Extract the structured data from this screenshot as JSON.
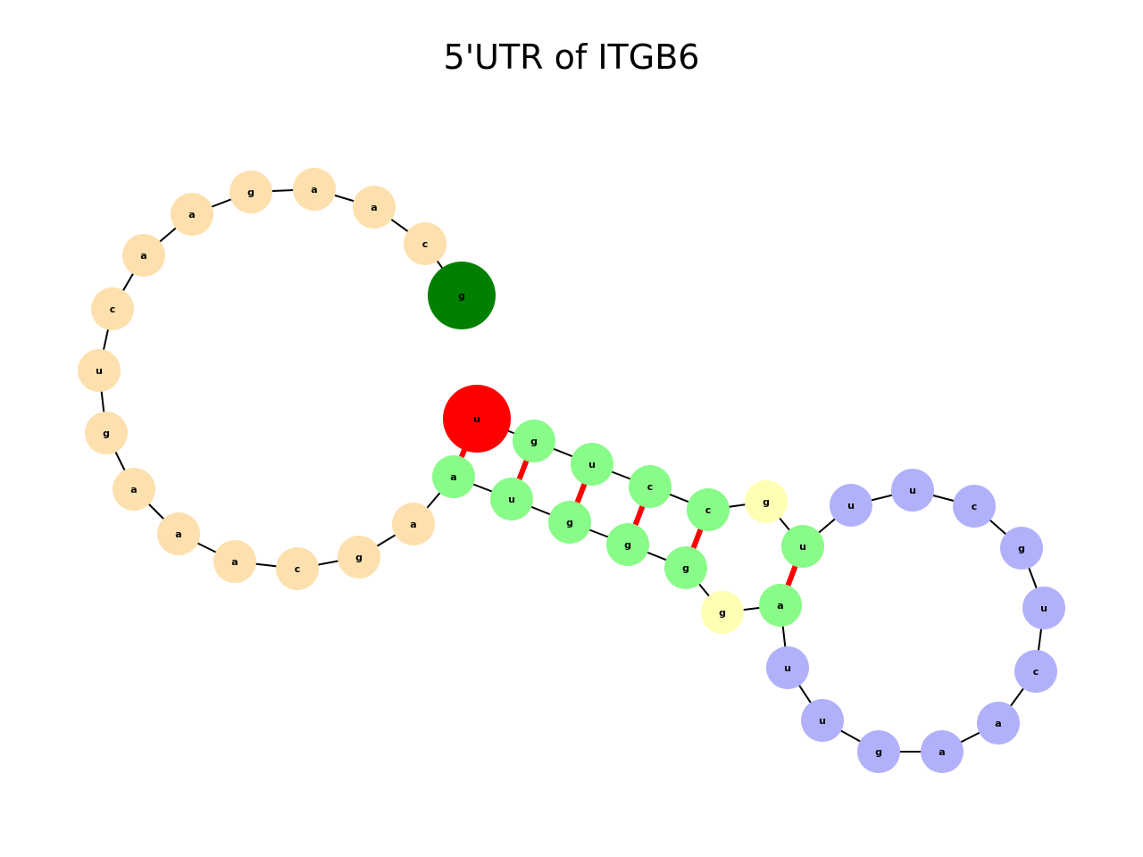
{
  "title": "5'UTR of ITGB6",
  "colors": {
    "loop5": "#fde0ad",
    "stem": "#88fb88",
    "bulge": "#ffffb4",
    "loop3": "#b1b1fb",
    "start": "#008000",
    "end": "#ff0000",
    "backbone": "#000000",
    "pair": "#ff0000"
  },
  "nucleotides": [
    {
      "base": "g",
      "region": "start"
    },
    {
      "base": "c",
      "region": "loop5"
    },
    {
      "base": "a",
      "region": "loop5"
    },
    {
      "base": "a",
      "region": "loop5"
    },
    {
      "base": "g",
      "region": "loop5"
    },
    {
      "base": "a",
      "region": "loop5"
    },
    {
      "base": "a",
      "region": "loop5"
    },
    {
      "base": "c",
      "region": "loop5"
    },
    {
      "base": "u",
      "region": "loop5"
    },
    {
      "base": "g",
      "region": "loop5"
    },
    {
      "base": "a",
      "region": "loop5"
    },
    {
      "base": "a",
      "region": "loop5"
    },
    {
      "base": "a",
      "region": "loop5"
    },
    {
      "base": "c",
      "region": "loop5"
    },
    {
      "base": "g",
      "region": "loop5"
    },
    {
      "base": "a",
      "region": "loop5"
    },
    {
      "base": "a",
      "region": "stem"
    },
    {
      "base": "u",
      "region": "stem"
    },
    {
      "base": "g",
      "region": "stem"
    },
    {
      "base": "g",
      "region": "stem"
    },
    {
      "base": "g",
      "region": "stem"
    },
    {
      "base": "g",
      "region": "bulge"
    },
    {
      "base": "a",
      "region": "stem"
    },
    {
      "base": "u",
      "region": "loop3"
    },
    {
      "base": "u",
      "region": "loop3"
    },
    {
      "base": "g",
      "region": "loop3"
    },
    {
      "base": "a",
      "region": "loop3"
    },
    {
      "base": "a",
      "region": "loop3"
    },
    {
      "base": "c",
      "region": "loop3"
    },
    {
      "base": "u",
      "region": "loop3"
    },
    {
      "base": "g",
      "region": "loop3"
    },
    {
      "base": "c",
      "region": "loop3"
    },
    {
      "base": "u",
      "region": "loop3"
    },
    {
      "base": "u",
      "region": "loop3"
    },
    {
      "base": "u",
      "region": "stem"
    },
    {
      "base": "g",
      "region": "bulge"
    },
    {
      "base": "c",
      "region": "stem"
    },
    {
      "base": "c",
      "region": "stem"
    },
    {
      "base": "u",
      "region": "stem"
    },
    {
      "base": "g",
      "region": "stem"
    },
    {
      "base": "u",
      "region": "end"
    }
  ],
  "pairs": [
    [
      16,
      40
    ],
    [
      17,
      39
    ],
    [
      18,
      38
    ],
    [
      19,
      37
    ],
    [
      20,
      36
    ],
    [
      22,
      34
    ]
  ]
}
